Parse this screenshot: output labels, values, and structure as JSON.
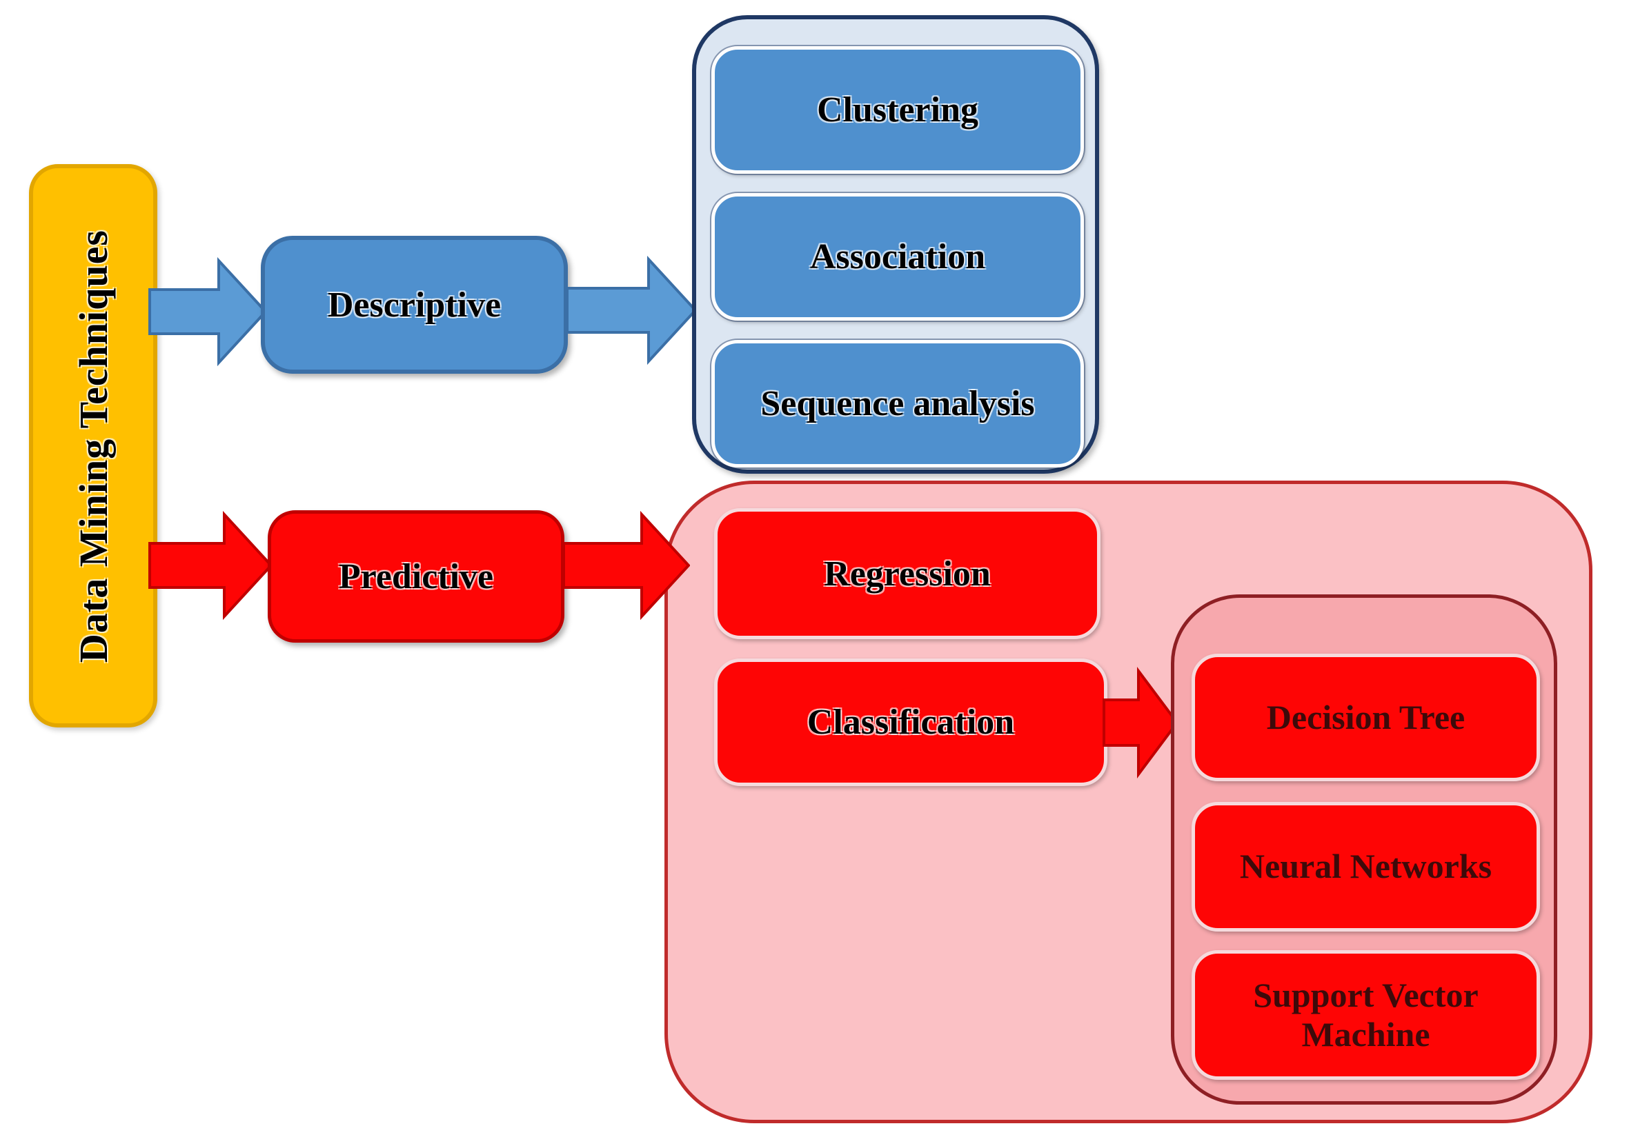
{
  "colors": {
    "gold": "#FFC000",
    "gold-border": "#E2A600",
    "blue": "#4F90CE",
    "blue-arrow": "#5B9BD5",
    "blue-dark": "#3B6FA6",
    "blue-panel": "#DCE6F2",
    "navy": "#1F3864",
    "red": "#FE0505",
    "red-dark": "#C00000",
    "pink-panel": "#FBC1C5",
    "pink-border": "#C02B2B",
    "pink-inner": "#F7A8AD",
    "maroon": "#8E1F24"
  },
  "root": {
    "label": "Data Mining Techniques"
  },
  "descriptive": {
    "label": "Descriptive",
    "children": [
      "Clustering",
      "Association",
      "Sequence analysis"
    ]
  },
  "predictive": {
    "label": "Predictive",
    "children": [
      "Regression",
      "Classification"
    ],
    "classification_children": [
      "Decision Tree",
      "Neural Networks",
      "Support Vector Machine"
    ]
  }
}
